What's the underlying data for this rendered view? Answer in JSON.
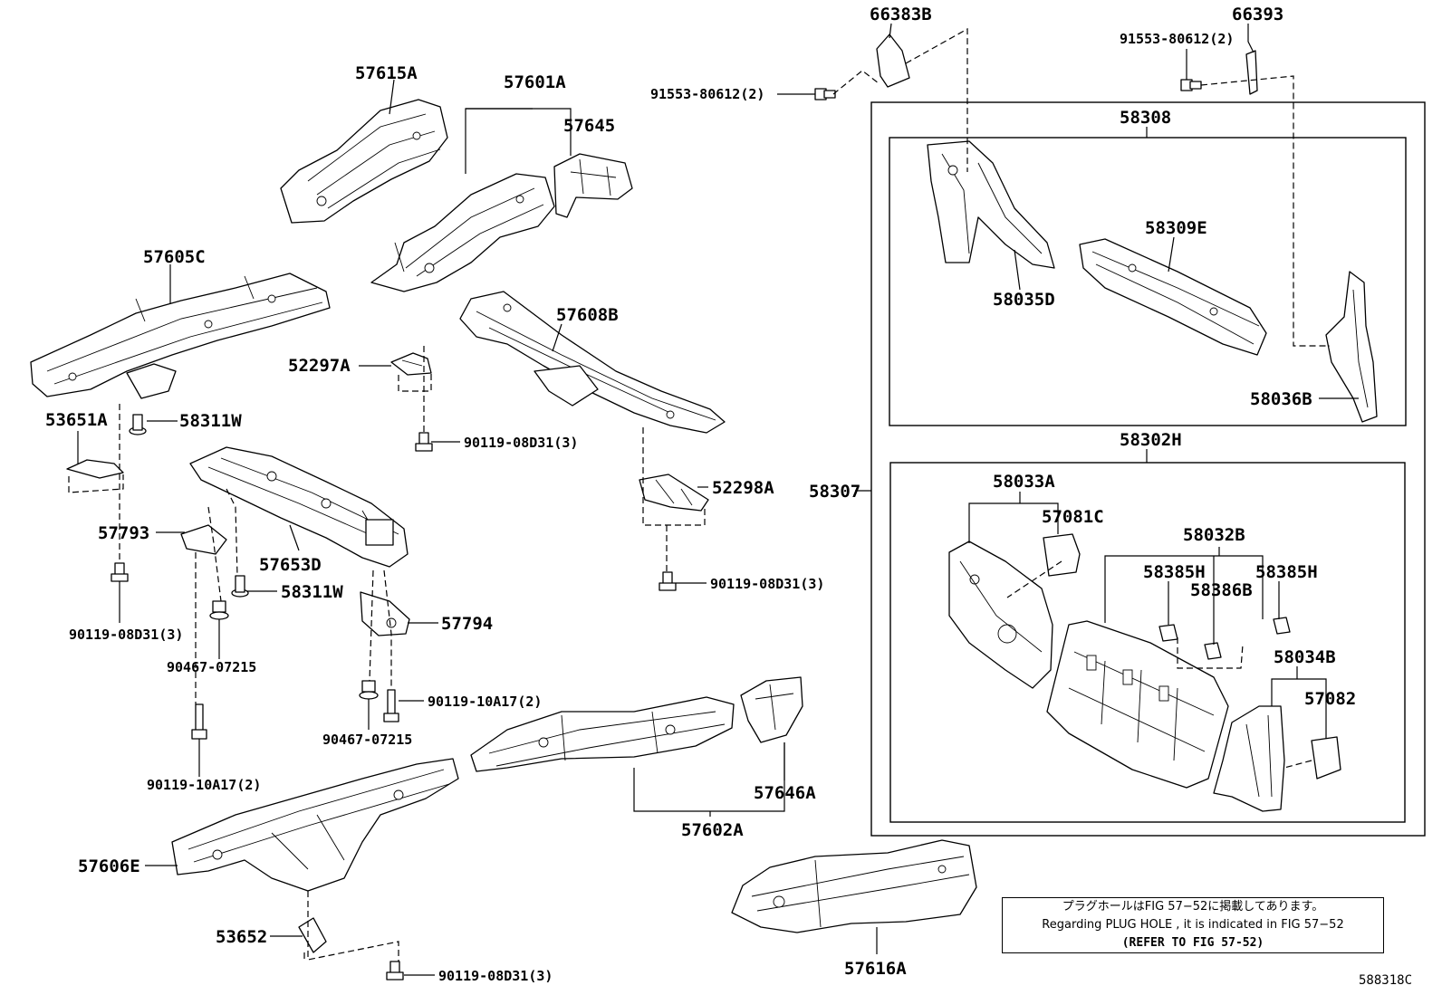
{
  "labels": {
    "p57615A": "57615A",
    "p57601A": "57601A",
    "p57645": "57645",
    "p57605C": "57605C",
    "p57608B": "57608B",
    "p52297A": "52297A",
    "p53651A": "53651A",
    "p58311W_top": "58311W",
    "p90119_08D31_3_a": "90119-08D31(3)",
    "p52298A": "52298A",
    "p57793": "57793",
    "p57653D": "57653D",
    "p58311W_mid": "58311W",
    "p90119_08D31_3_b": "90119-08D31(3)",
    "p90119_08D31_3_c": "90119-08D31(3)",
    "p57794": "57794",
    "p90467_07215_a": "90467-07215",
    "p90119_10A17_2_a": "90119-10A17(2)",
    "p90467_07215_b": "90467-07215",
    "p90119_10A17_2_b": "90119-10A17(2)",
    "p57646A": "57646A",
    "p57602A": "57602A",
    "p57606E": "57606E",
    "p53652": "53652",
    "p90119_08D31_3_d": "90119-08D31(3)",
    "p57616A": "57616A",
    "p66383B": "66383B",
    "p91553_80612_2_a": "91553-80612(2)",
    "p66393": "66393",
    "p91553_80612_2_b": "91553-80612(2)",
    "p58308": "58308",
    "p58309E": "58309E",
    "p58035D": "58035D",
    "p58036B": "58036B",
    "p58302H": "58302H",
    "p58307": "58307",
    "p58033A": "58033A",
    "p57081C": "57081C",
    "p58032B": "58032B",
    "p58385H_a": "58385H",
    "p58385H_b": "58385H",
    "p58386B": "58386B",
    "p58034B": "58034B",
    "p57082": "57082"
  },
  "note": {
    "line1": "プラグホールはFIG 57−52に掲載してあります。",
    "line2": "Regarding PLUG HOLE , it is indicated in FIG 57−52",
    "line3": "(REFER TO FIG 57-52)"
  },
  "figure_id": "588318C"
}
